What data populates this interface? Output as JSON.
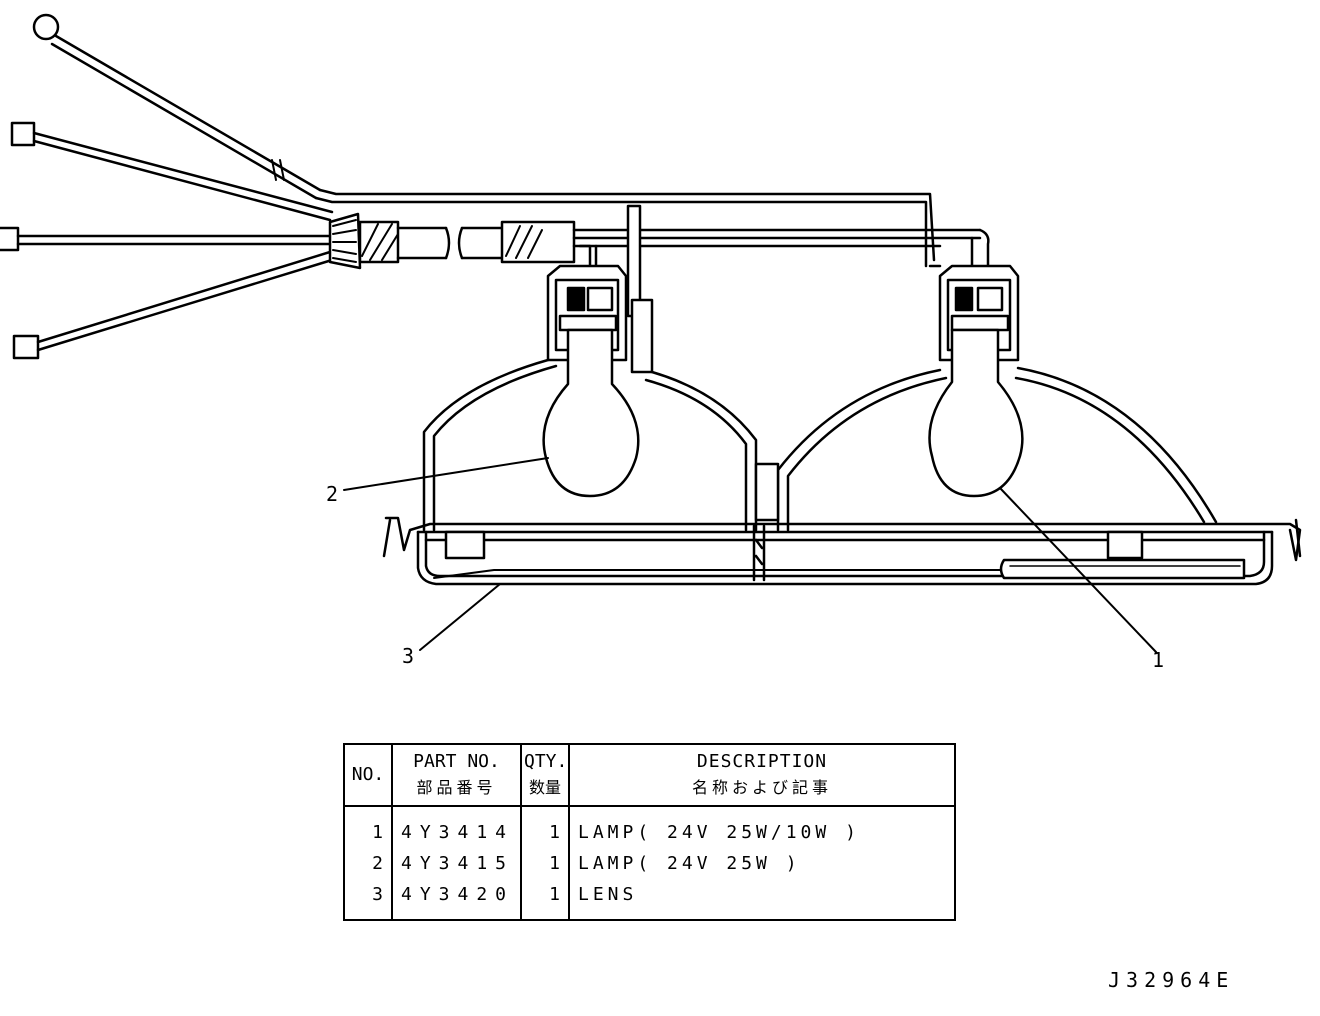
{
  "callouts": [
    "1",
    "2",
    "3"
  ],
  "table": {
    "headers": [
      {
        "en": "NO.",
        "jp": ""
      },
      {
        "en": "PART NO.",
        "jp": "部品番号"
      },
      {
        "en": "QTY.",
        "jp": "数量"
      },
      {
        "en": "DESCRIPTION",
        "jp": "名称および記事"
      }
    ],
    "rows": [
      {
        "no": "1",
        "part_no": "4Y3414",
        "qty": "1",
        "description": "LAMP( 24V  25W/10W )"
      },
      {
        "no": "2",
        "part_no": "4Y3415",
        "qty": "1",
        "description": "LAMP( 24V  25W )"
      },
      {
        "no": "3",
        "part_no": "4Y3420",
        "qty": "1",
        "description": "LENS"
      }
    ]
  },
  "drawing_id": "J32964E"
}
